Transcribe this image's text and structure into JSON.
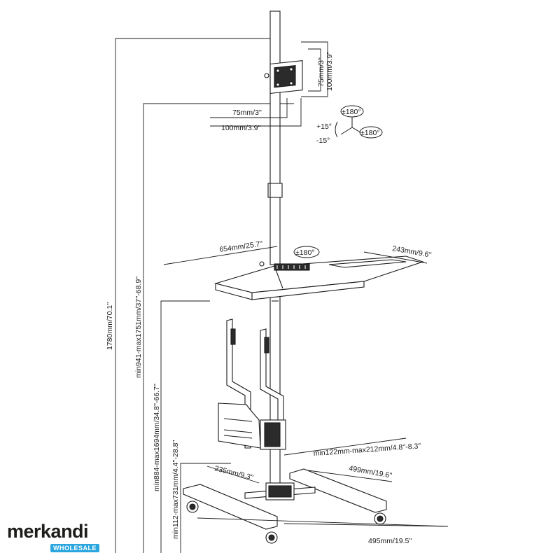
{
  "dimensions": {
    "total_height": "1780mm/70.1''",
    "monitor_height": "min941-max1751mm/37''-68.9''",
    "shelf_height": "min884-max1694mm/34.8''-66.7''",
    "cpu_height": "min112-max731mm/4.4''-28.8''",
    "vesa_75_h": "75mm/3''",
    "vesa_100_h": "100mm/3.9''",
    "vesa_75_w": "75mm/3''",
    "vesa_100_w": "100mm/3.9''",
    "shelf_width": "654mm/25.7''",
    "shelf_depth": "243mm/9.6''",
    "cpu_width": "min122mm-max212mm/4.8''-8.3''",
    "cpu_depth": "235mm/9.3''",
    "base_depth": "499mm/19.6''",
    "base_width": "495mm/19.5''"
  },
  "rotations": {
    "swivel_top": "±180°",
    "rotate_right": "±180°",
    "tilt_up": "+15°",
    "tilt_down": "-15°",
    "shelf_swivel": "±180°"
  },
  "logo": {
    "name": "merkandi",
    "badge": "WHOLESALE"
  }
}
